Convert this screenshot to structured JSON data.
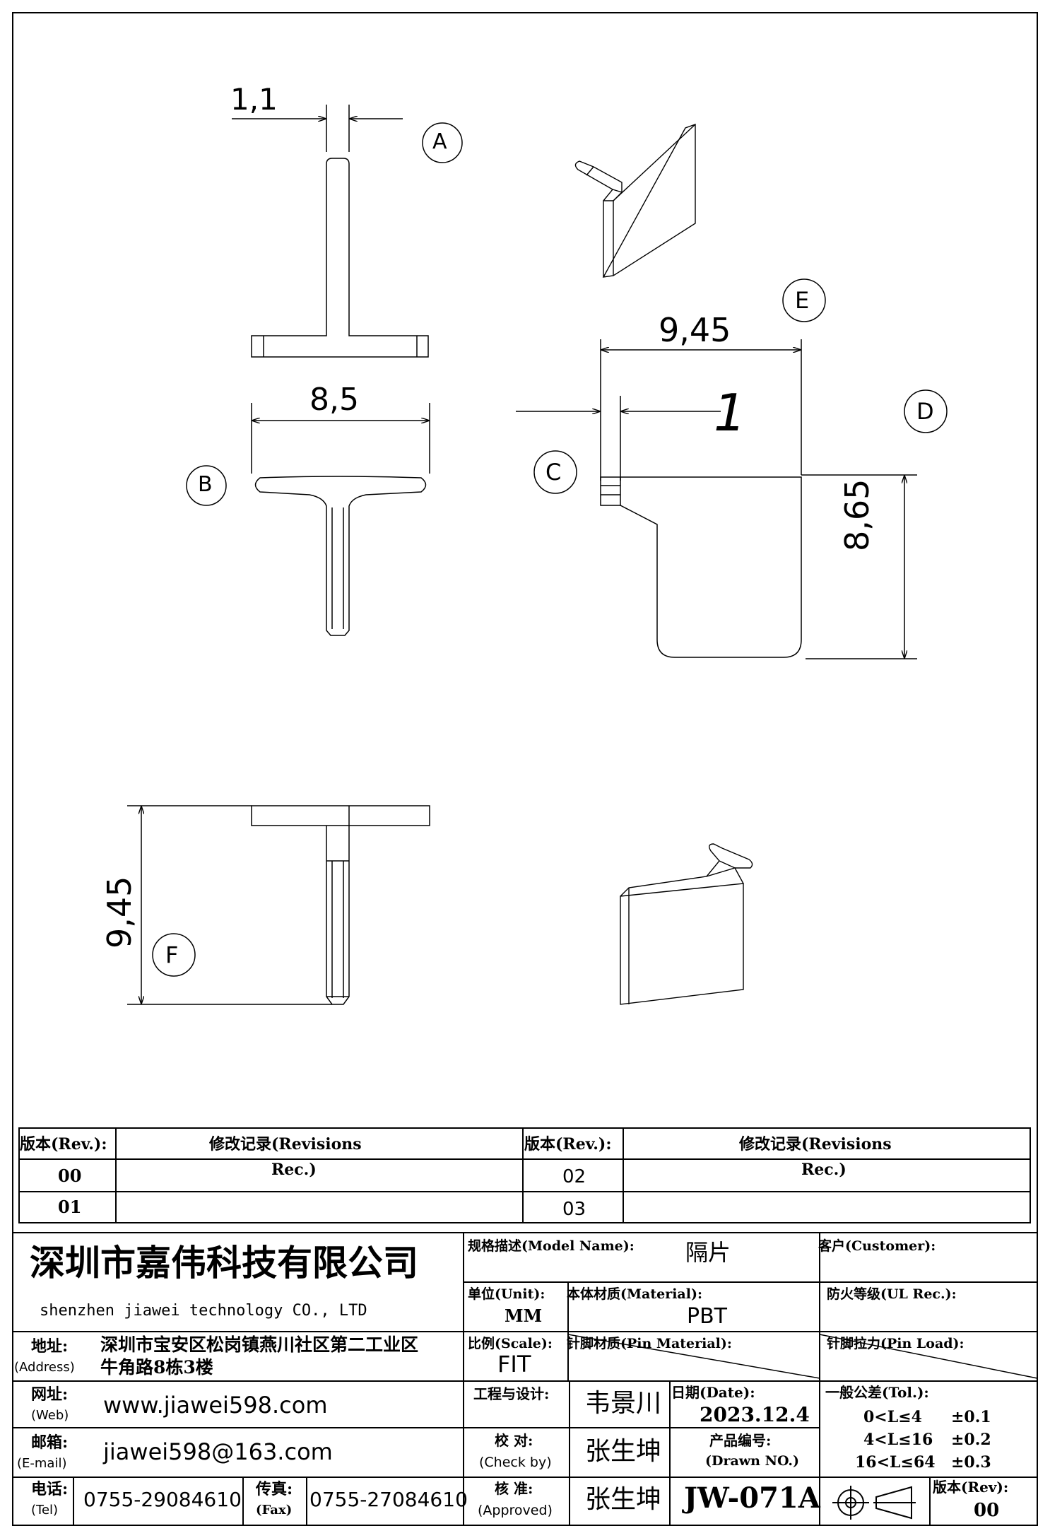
{
  "views": {
    "a": {
      "label": "A",
      "dim_width": "1,1"
    },
    "b": {
      "label": "B",
      "dim_width": "8,5"
    },
    "c": {
      "label": "C",
      "dim_thickness": "1"
    },
    "d": {
      "label": "D",
      "dim_height": "8,65"
    },
    "e": {
      "label": "E",
      "dim_width": "9,45"
    },
    "f": {
      "label": "F",
      "dim_height": "9,45"
    }
  },
  "revisions": {
    "header": {
      "rev": "版本(Rev.):",
      "rec": "修改记录(Revisions",
      "rec2": "Rec.)"
    },
    "rows": [
      {
        "rev_left": "00",
        "rev_right": "02"
      },
      {
        "rev_left": "01",
        "rev_right": "03"
      }
    ]
  },
  "company": {
    "name_cn": "深圳市嘉伟科技有限公司",
    "name_en": "shenzhen  jiawei  technology  CO., LTD",
    "address_label": "地址:",
    "address_label_en": "(Address)",
    "address_line1": "深圳市宝安区松岗镇燕川社区第二工业区",
    "address_line2": "牛角路8栋3楼",
    "web_label": "网址:",
    "web_label_en": "(Web)",
    "web": "www.jiawei598.com",
    "email_label": "邮箱:",
    "email_label_en": "(E-mail)",
    "email": "jiawei598@163.com",
    "tel_label": "电话:",
    "tel_label_en": "(Tel)",
    "tel": "0755-29084610",
    "fax_label": "传真:",
    "fax_label_en": "(Fax)",
    "fax": "0755-27084610"
  },
  "title_block": {
    "model_label": "规格描述(Model Name):",
    "model": "隔片",
    "customer_label": "客户(Customer):",
    "unit_label": "单位(Unit):",
    "unit": "MM",
    "material_label": "本体材质(Material):",
    "material": "PBT",
    "ul_label": "防火等级(UL Rec.):",
    "scale_label": "比例(Scale):",
    "scale": "FIT",
    "pin_material_label": "针脚材质(Pin Material):",
    "pin_load_label": "针脚拉力(Pin Load):",
    "designer_label": "工程与设计:",
    "designer": "韦景川",
    "date_label": "日期(Date):",
    "date": "2023.12.4",
    "tolerance_label": "一般公差(Tol.):",
    "tolerances": [
      {
        "range": "0<L≤4",
        "tol": "±0.1"
      },
      {
        "range": "4<L≤16",
        "tol": "±0.2"
      },
      {
        "range": "16<L≤64",
        "tol": "±0.3"
      }
    ],
    "check_label": "校  对:",
    "check_label_en": "(Check by)",
    "checker": "张生坤",
    "drawing_no_label": "产品编号:",
    "drawing_no_label_en": "(Drawn NO.)",
    "approve_label": "核  准:",
    "approve_label_en": "(Approved)",
    "approver": "张生坤",
    "drawing_no": "JW-071A",
    "rev_label": "版本(Rev):",
    "rev": "00"
  }
}
